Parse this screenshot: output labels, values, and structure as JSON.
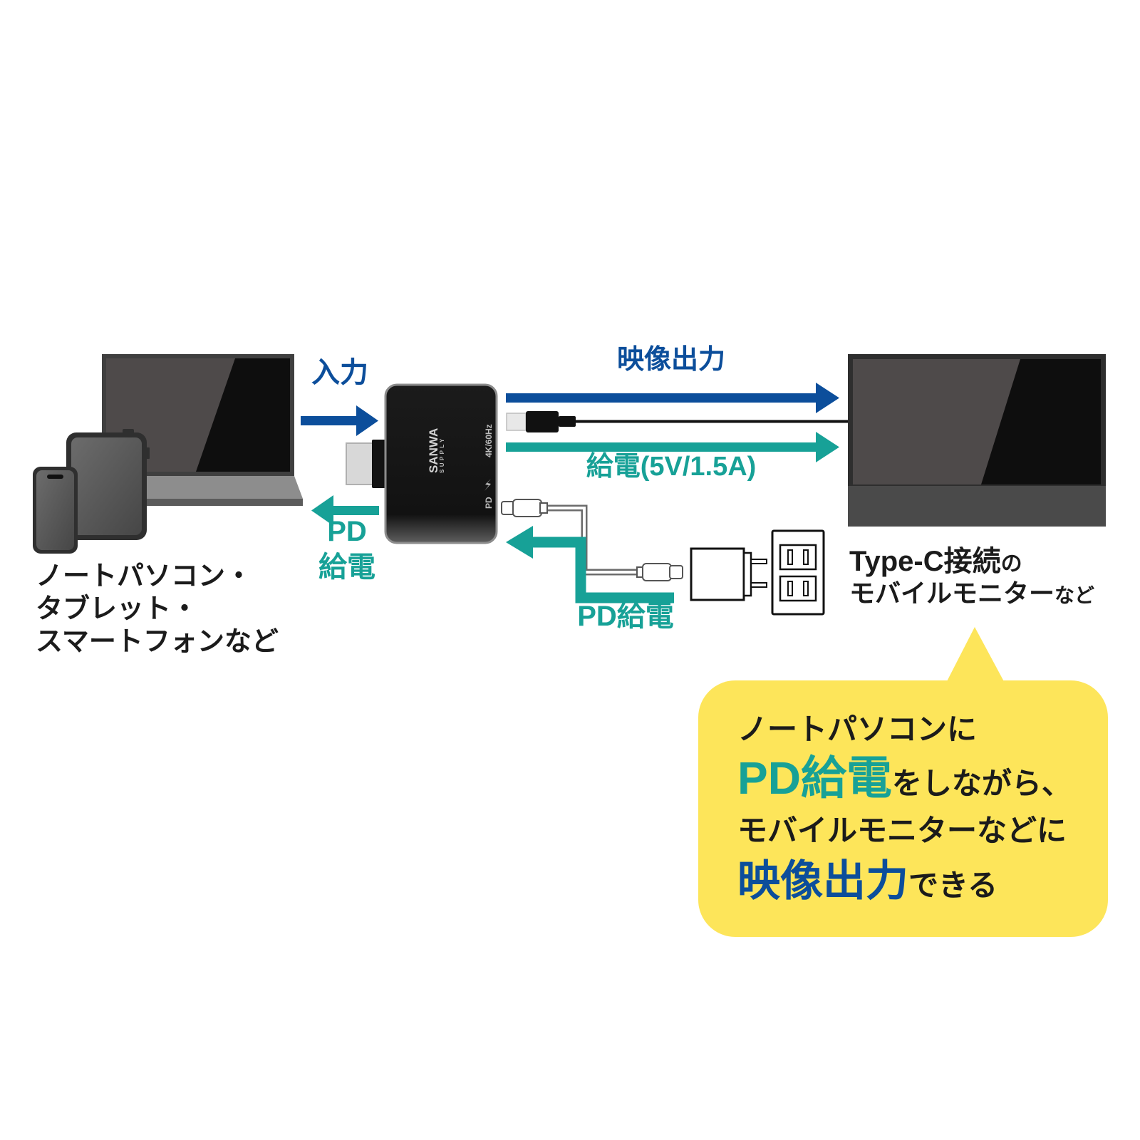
{
  "colors": {
    "blue": "#0c4e9b",
    "teal": "#17a197",
    "bubble_yellow": "#fde55a",
    "text": "#1b1b1b"
  },
  "icons": {
    "laptop": "laptop-icon",
    "tablet": "tablet-icon",
    "smartphone": "smartphone-icon",
    "adapter": "usb-c-hdmi-adapter-icon",
    "lightning": "lightning-icon",
    "ac_adapter": "ac-adapter-icon",
    "outlet": "wall-outlet-icon",
    "monitor": "mobile-monitor-icon"
  },
  "source": {
    "label_lines": [
      "ノートパソコン・",
      "タブレット・",
      "スマートフォンなど"
    ]
  },
  "arrows": {
    "input": "入力",
    "pd_to_source": [
      "PD",
      "給電"
    ],
    "video_out": "映像出力",
    "power_out": "給電(5V/1.5A)",
    "pd_in": "PD給電"
  },
  "adapter": {
    "brand": "SANWA",
    "brand_sub": "SUPPLY",
    "spec": "4K/60Hz",
    "pd_port": "PD"
  },
  "monitor": {
    "line1": {
      "main": "Type-C接続",
      "suffix": "の"
    },
    "line2": {
      "main": "モバイルモニター",
      "suffix": "など"
    }
  },
  "bubble": {
    "line1": "ノートパソコンに",
    "line2": {
      "highlight": "PD給電",
      "rest": "をしながら、"
    },
    "line3": "モバイルモニターなどに",
    "line4": {
      "highlight": "映像出力",
      "rest": "できる"
    }
  }
}
